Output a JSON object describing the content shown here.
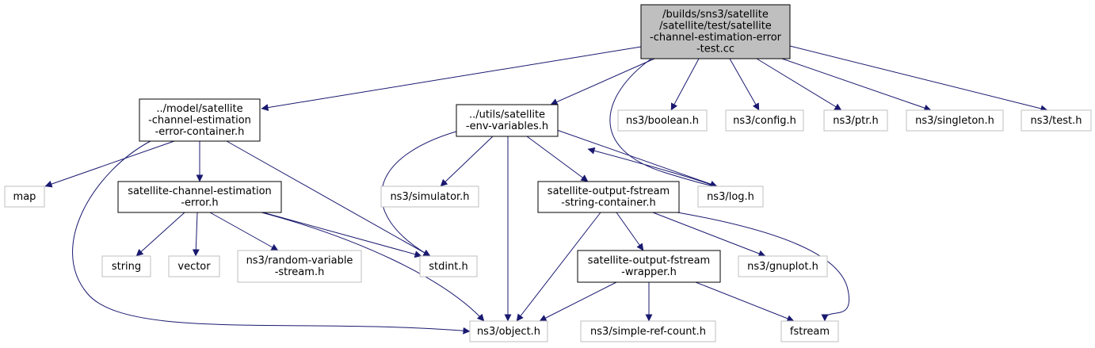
{
  "diagram": {
    "colors": {
      "edge": "#191970",
      "root_fill": "#bfbfbf",
      "root_stroke": "#000000",
      "local_stroke": "#000000",
      "external_stroke": "#bfbfbf",
      "text": "#000000"
    },
    "nodes": [
      {
        "id": "root",
        "kind": "root",
        "lines": [
          "/builds/sns3/satellite",
          "/satellite/test/satellite",
          "-channel-estimation-error",
          "-test.cc"
        ]
      },
      {
        "id": "container",
        "kind": "local",
        "lines": [
          "../model/satellite",
          "-channel-estimation",
          "-error-container.h"
        ]
      },
      {
        "id": "envvars",
        "kind": "local",
        "lines": [
          "../utils/satellite",
          "-env-variables.h"
        ]
      },
      {
        "id": "boolean",
        "kind": "external",
        "lines": [
          "ns3/boolean.h"
        ]
      },
      {
        "id": "config",
        "kind": "external",
        "lines": [
          "ns3/config.h"
        ]
      },
      {
        "id": "ptr",
        "kind": "external",
        "lines": [
          "ns3/ptr.h"
        ]
      },
      {
        "id": "singleton",
        "kind": "external",
        "lines": [
          "ns3/singleton.h"
        ]
      },
      {
        "id": "test",
        "kind": "external",
        "lines": [
          "ns3/test.h"
        ]
      },
      {
        "id": "map",
        "kind": "external",
        "lines": [
          "map"
        ]
      },
      {
        "id": "cee",
        "kind": "local",
        "lines": [
          "satellite-channel-estimation",
          "-error.h"
        ]
      },
      {
        "id": "simulator",
        "kind": "external",
        "lines": [
          "ns3/simulator.h"
        ]
      },
      {
        "id": "fsc",
        "kind": "local",
        "lines": [
          "satellite-output-fstream",
          "-string-container.h"
        ]
      },
      {
        "id": "log",
        "kind": "external",
        "lines": [
          "ns3/log.h"
        ]
      },
      {
        "id": "string",
        "kind": "external",
        "lines": [
          "string"
        ]
      },
      {
        "id": "vector",
        "kind": "external",
        "lines": [
          "vector"
        ]
      },
      {
        "id": "rvs",
        "kind": "external",
        "lines": [
          "ns3/random-variable",
          "-stream.h"
        ]
      },
      {
        "id": "stdint",
        "kind": "external",
        "lines": [
          "stdint.h"
        ]
      },
      {
        "id": "wrapper",
        "kind": "local",
        "lines": [
          "satellite-output-fstream",
          "-wrapper.h"
        ]
      },
      {
        "id": "gnuplot",
        "kind": "external",
        "lines": [
          "ns3/gnuplot.h"
        ]
      },
      {
        "id": "object",
        "kind": "external",
        "lines": [
          "ns3/object.h"
        ]
      },
      {
        "id": "simpleref",
        "kind": "external",
        "lines": [
          "ns3/simple-ref-count.h"
        ]
      },
      {
        "id": "fstream",
        "kind": "external",
        "lines": [
          "fstream"
        ]
      }
    ],
    "edges": [
      {
        "from": "root",
        "to": "container"
      },
      {
        "from": "root",
        "to": "envvars"
      },
      {
        "from": "root",
        "to": "log"
      },
      {
        "from": "root",
        "to": "boolean"
      },
      {
        "from": "root",
        "to": "config"
      },
      {
        "from": "root",
        "to": "ptr"
      },
      {
        "from": "root",
        "to": "singleton"
      },
      {
        "from": "root",
        "to": "test"
      },
      {
        "from": "container",
        "to": "map"
      },
      {
        "from": "container",
        "to": "cee"
      },
      {
        "from": "container",
        "to": "stdint"
      },
      {
        "from": "container",
        "to": "object"
      },
      {
        "from": "cee",
        "to": "string"
      },
      {
        "from": "cee",
        "to": "vector"
      },
      {
        "from": "cee",
        "to": "rvs"
      },
      {
        "from": "cee",
        "to": "stdint"
      },
      {
        "from": "cee",
        "to": "object"
      },
      {
        "from": "envvars",
        "to": "simulator"
      },
      {
        "from": "envvars",
        "to": "stdint"
      },
      {
        "from": "envvars",
        "to": "object"
      },
      {
        "from": "envvars",
        "to": "fsc"
      },
      {
        "from": "envvars",
        "to": "log"
      },
      {
        "from": "fsc",
        "to": "wrapper"
      },
      {
        "from": "fsc",
        "to": "object"
      },
      {
        "from": "fsc",
        "to": "gnuplot"
      },
      {
        "from": "fsc",
        "to": "fstream"
      },
      {
        "from": "wrapper",
        "to": "object"
      },
      {
        "from": "wrapper",
        "to": "simpleref"
      },
      {
        "from": "wrapper",
        "to": "fstream"
      }
    ]
  }
}
